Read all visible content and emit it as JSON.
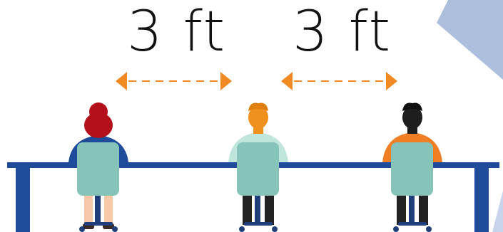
{
  "distance_labels": [
    "3 ft",
    "3 ft"
  ],
  "colors": {
    "table": "#1f4b9b",
    "chair": "#86c3b9",
    "arrow": "#f28a24",
    "corner_decor": "#aebfde",
    "hair_red": "#b3101c",
    "hair_orange": "#f0901e",
    "hair_black": "#1e1e1e",
    "shirt_navy": "#1f4b9b",
    "shirt_mint": "#bfe5dc",
    "shirt_orange": "#f07e25",
    "legs_dark": "#222222",
    "legs_skin": "#f6c8a8",
    "wheel_base": "#203f7a"
  },
  "people": [
    {
      "id": "woman",
      "hair": "red",
      "shirt": "navy"
    },
    {
      "id": "man-middle",
      "hair": "orange",
      "shirt": "mint"
    },
    {
      "id": "man-right",
      "hair": "black",
      "shirt": "orange"
    }
  ]
}
